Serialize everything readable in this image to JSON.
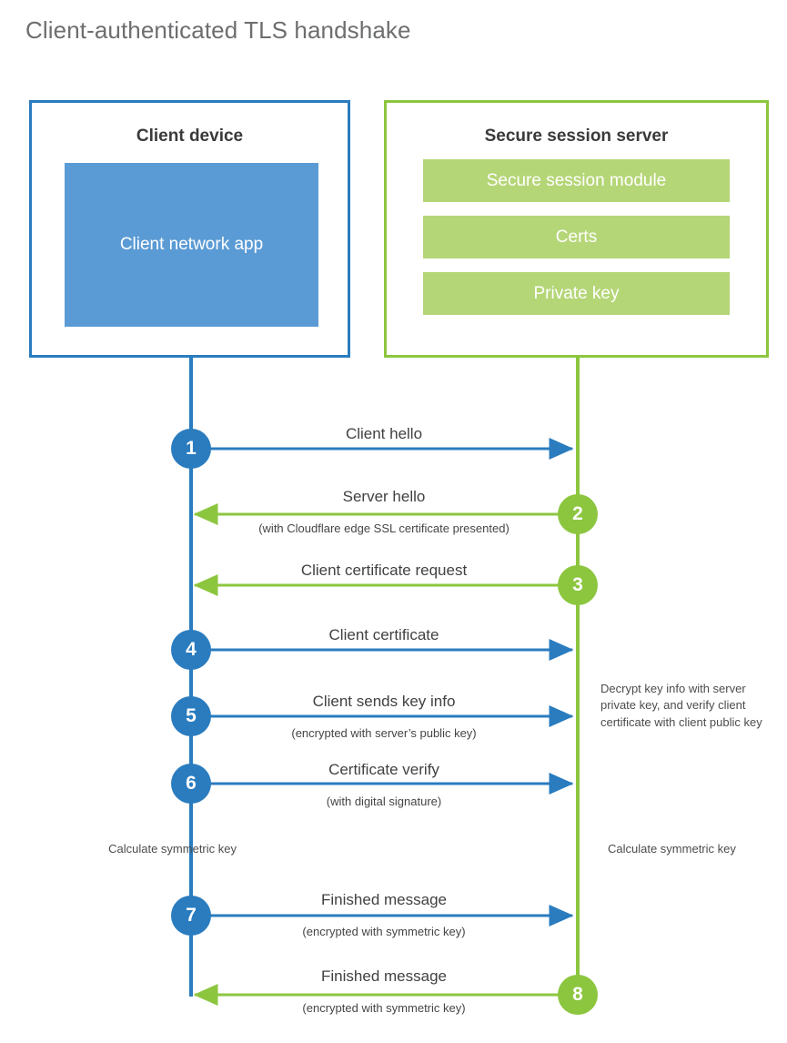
{
  "page": {
    "title": "Client-authenticated TLS handshake"
  },
  "colors": {
    "client_blue": "#2a7cbf",
    "client_app_fill": "#5b9bd5",
    "server_green": "#8cc63f",
    "server_bar_fill": "#b5d677",
    "title_gray": "#6d6e70",
    "text_gray": "#414141",
    "background": "#ffffff"
  },
  "actors": {
    "client": {
      "title": "Client device",
      "component": "Client network app"
    },
    "server": {
      "title": "Secure session server",
      "components": [
        "Secure session module",
        "Certs",
        "Private key"
      ]
    }
  },
  "steps": [
    {
      "number": "1",
      "label": "Client hello",
      "sub": "",
      "direction": "client-to-server",
      "origin": "client"
    },
    {
      "number": "2",
      "label": "Server hello",
      "sub": "(with Cloudflare edge SSL certificate presented)",
      "direction": "server-to-client",
      "origin": "server"
    },
    {
      "number": "3",
      "label": "Client certificate request",
      "sub": "",
      "direction": "server-to-client",
      "origin": "server"
    },
    {
      "number": "4",
      "label": "Client certificate",
      "sub": "",
      "direction": "client-to-server",
      "origin": "client"
    },
    {
      "number": "5",
      "label": "Client sends key info",
      "sub": "(encrypted with server’s public key)",
      "direction": "client-to-server",
      "origin": "client"
    },
    {
      "number": "6",
      "label": "Certificate verify",
      "sub": "(with digital signature)",
      "direction": "client-to-server",
      "origin": "client"
    },
    {
      "number": "7",
      "label": "Finished message",
      "sub": "(encrypted with symmetric key)",
      "direction": "client-to-server",
      "origin": "client"
    },
    {
      "number": "8",
      "label": "Finished message",
      "sub": "(encrypted with symmetric key)",
      "direction": "server-to-client",
      "origin": "server"
    }
  ],
  "notes": {
    "decrypt": "Decrypt key info with server private key, and verify client certificate with client public key",
    "calculate_client": "Calculate symmetric key",
    "calculate_server": "Calculate symmetric key"
  }
}
